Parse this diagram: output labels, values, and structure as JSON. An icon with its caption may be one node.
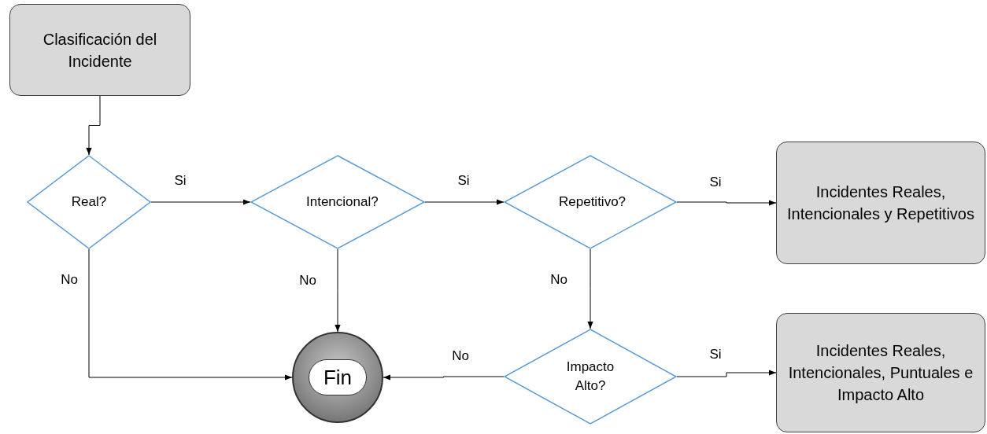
{
  "diagram": {
    "nodes": [
      {
        "text": [
          "Clasificación del Incidente"
        ]
      },
      {
        "text": [
          "Real?"
        ]
      },
      {
        "text": [
          "Intencional?"
        ]
      },
      {
        "text": [
          "Repetitivo?"
        ]
      },
      {
        "text": [
          "Incidentes Reales, Intencionales y Repetitivos"
        ]
      },
      {
        "text": [
          "Fin"
        ]
      },
      {
        "text": [
          "Impacto Alto?"
        ]
      },
      {
        "text": [
          "Incidentes Reales, Intencionales, Puntuales e Impacto Alto"
        ]
      }
    ],
    "edges": [
      {
        "from": 0,
        "to": 1,
        "arrow": "to"
      },
      {
        "from": 1,
        "to": 2,
        "arrow": "to",
        "label": "Si"
      },
      {
        "from": 2,
        "to": 3,
        "arrow": "to",
        "label": "Si"
      },
      {
        "from": 3,
        "to": 4,
        "arrow": "to",
        "label": "Si"
      },
      {
        "from": 1,
        "to": 5,
        "arrow": "to",
        "label": "No"
      },
      {
        "from": 2,
        "to": 5,
        "arrow": "to",
        "label": "No"
      },
      {
        "from": 3,
        "to": 6,
        "arrow": "to",
        "label": "No"
      },
      {
        "from": 6,
        "to": 5,
        "arrow": "to",
        "label": "No"
      },
      {
        "from": 6,
        "to": 7,
        "arrow": "to",
        "label": "Si"
      }
    ]
  }
}
